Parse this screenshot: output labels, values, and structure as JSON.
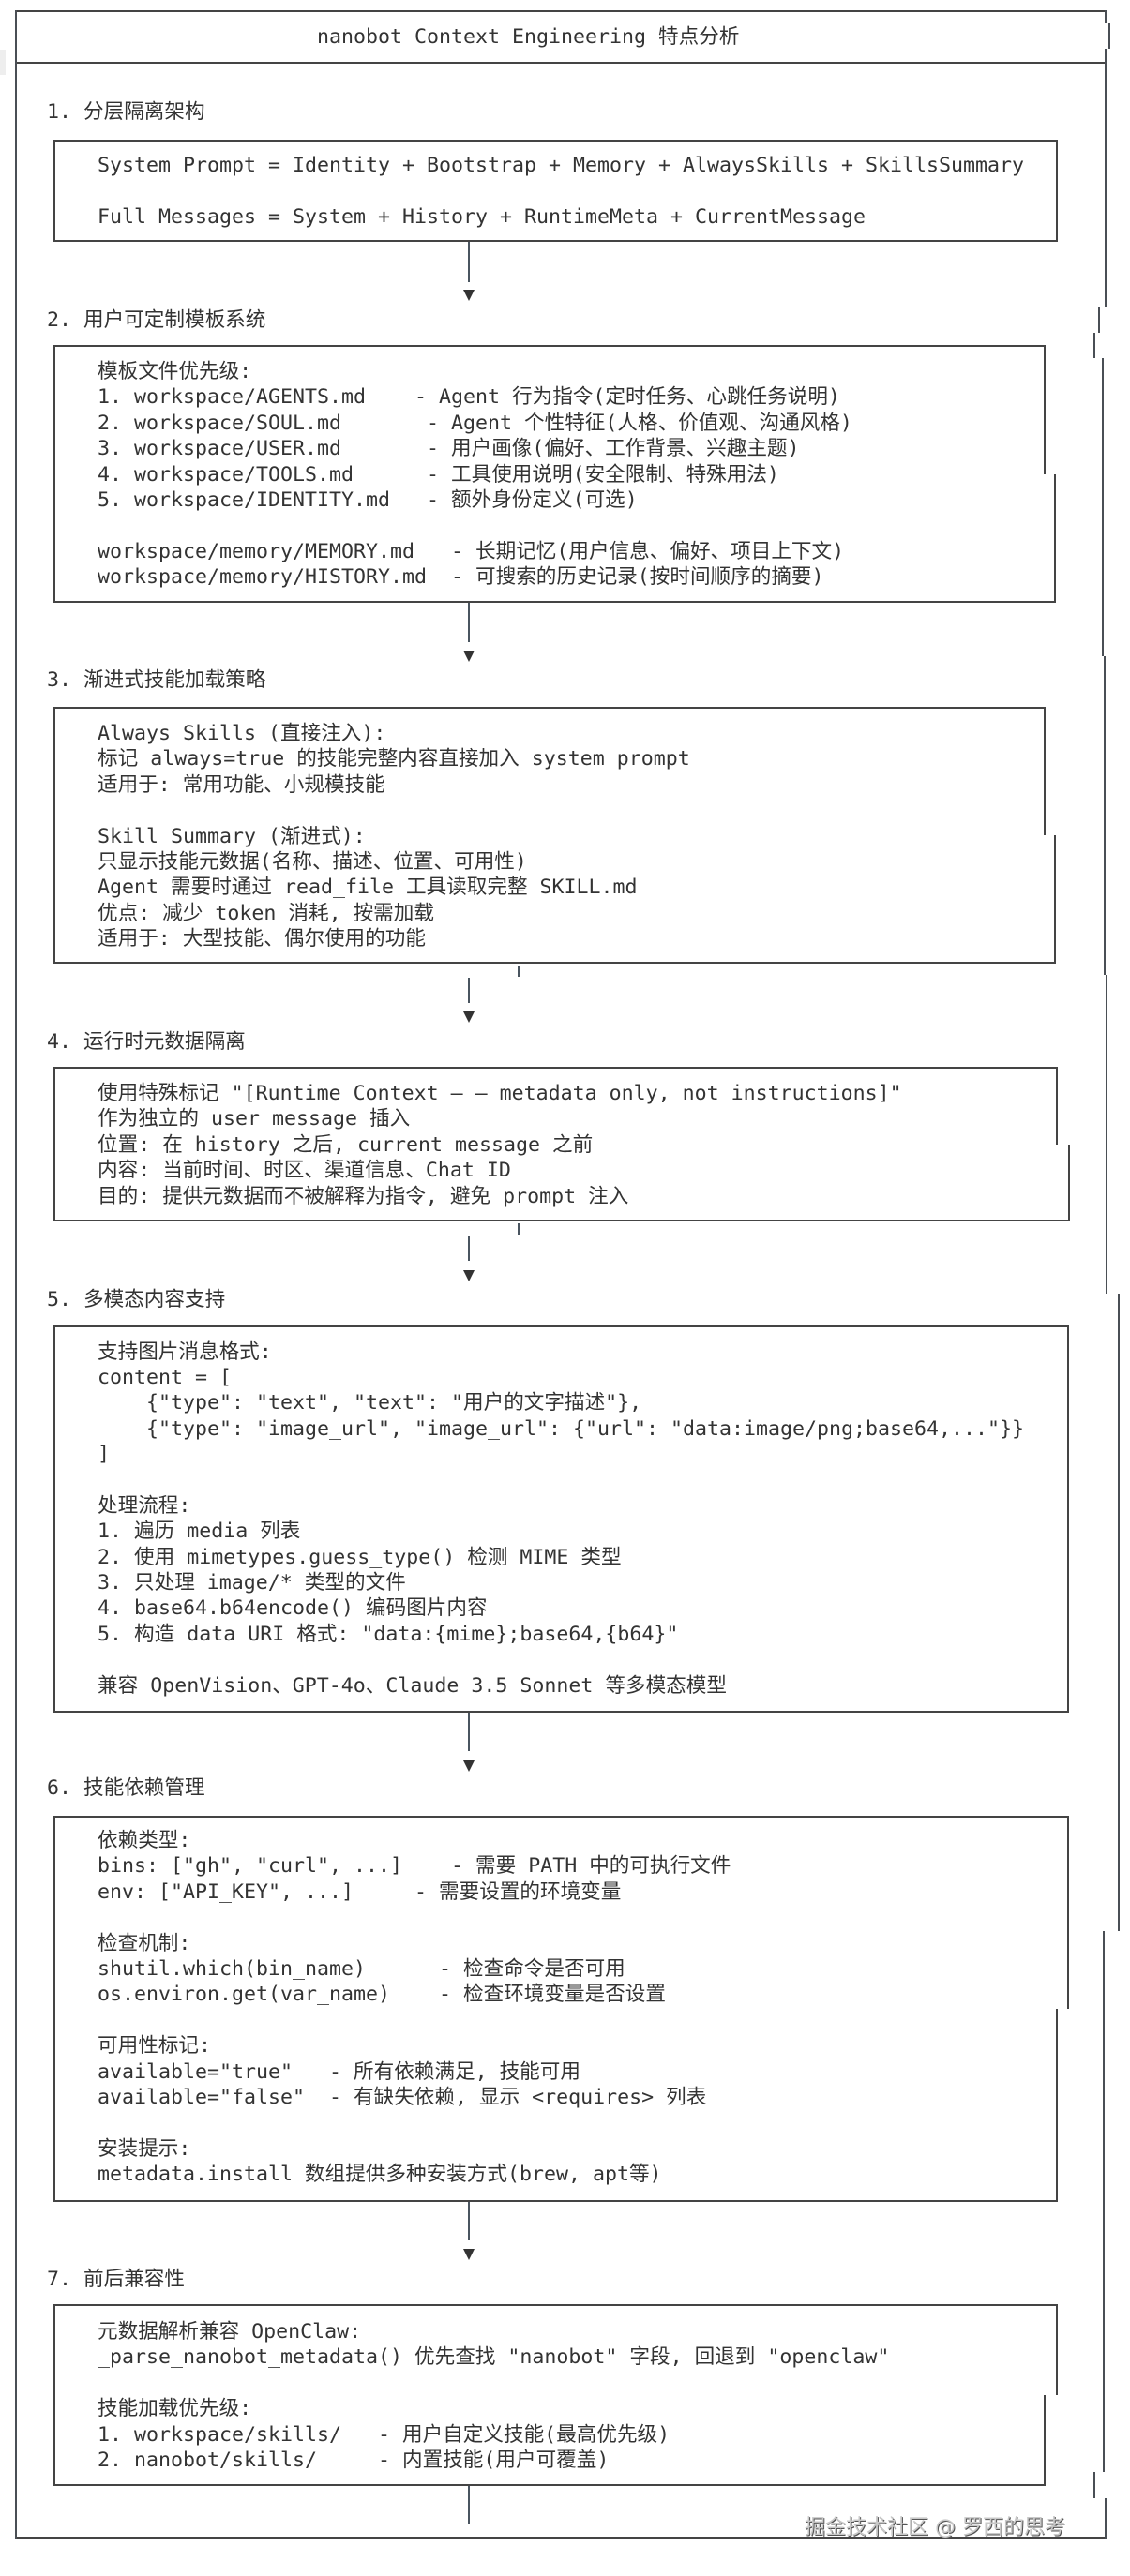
{
  "title": "nanobot Context Engineering 特点分析",
  "sections": [
    {
      "heading": "1. 分层隔离架构",
      "lines": [
        "System Prompt = Identity + Bootstrap + Memory + AlwaysSkills + SkillsSummary",
        "Full Messages = System + History + RuntimeMeta + CurrentMessage"
      ]
    },
    {
      "heading": "2. 用户可定制模板系统",
      "lines": [
        "模板文件优先级:",
        "1. workspace/AGENTS.md    - Agent 行为指令(定时任务、心跳任务说明)",
        "2. workspace/SOUL.md       - Agent 个性特征(人格、价值观、沟通风格)",
        "3. workspace/USER.md       - 用户画像(偏好、工作背景、兴趣主题)",
        "4. workspace/TOOLS.md      - 工具使用说明(安全限制、特殊用法)",
        "5. workspace/IDENTITY.md   - 额外身份定义(可选)",
        "workspace/memory/MEMORY.md   - 长期记忆(用户信息、偏好、项目上下文)",
        "workspace/memory/HISTORY.md  - 可搜索的历史记录(按时间顺序的摘要)"
      ]
    },
    {
      "heading": "3. 渐进式技能加载策略",
      "lines": [
        "Always Skills (直接注入):",
        "标记 always=true 的技能完整内容直接加入 system prompt",
        "适用于: 常用功能、小规模技能",
        "Skill Summary (渐进式):",
        "只显示技能元数据(名称、描述、位置、可用性)",
        "Agent 需要时通过 read_file 工具读取完整 SKILL.md",
        "优点: 减少 token 消耗, 按需加载",
        "适用于: 大型技能、偶尔使用的功能"
      ]
    },
    {
      "heading": "4. 运行时元数据隔离",
      "lines": [
        "使用特殊标记 \"[Runtime Context — — metadata only, not instructions]\"",
        "作为独立的 user message 插入",
        "位置: 在 history 之后, current message 之前",
        "内容: 当前时间、时区、渠道信息、Chat ID",
        "目的: 提供元数据而不被解释为指令, 避免 prompt 注入"
      ]
    },
    {
      "heading": "5. 多模态内容支持",
      "lines": [
        "支持图片消息格式:",
        "content = [",
        "    {\"type\": \"text\", \"text\": \"用户的文字描述\"},",
        "    {\"type\": \"image_url\", \"image_url\": {\"url\": \"data:image/png;base64,...\"}}",
        "]",
        "处理流程:",
        "1. 遍历 media 列表",
        "2. 使用 mimetypes.guess_type() 检测 MIME 类型",
        "3. 只处理 image/* 类型的文件",
        "4. base64.b64encode() 编码图片内容",
        "5. 构造 data URI 格式: \"data:{mime};base64,{b64}\"",
        "兼容 OpenVision、GPT-4o、Claude 3.5 Sonnet 等多模态模型"
      ]
    },
    {
      "heading": "6. 技能依赖管理",
      "lines": [
        "依赖类型:",
        "bins: [\"gh\", \"curl\", ...]    - 需要 PATH 中的可执行文件",
        "env: [\"API_KEY\", ...]     - 需要设置的环境变量",
        "检查机制:",
        "shutil.which(bin_name)      - 检查命令是否可用",
        "os.environ.get(var_name)    - 检查环境变量是否设置",
        "可用性标记:",
        "available=\"true\"   - 所有依赖满足, 技能可用",
        "available=\"false\"  - 有缺失依赖, 显示 <requires> 列表",
        "安装提示:",
        "metadata.install 数组提供多种安装方式(brew, apt等)"
      ]
    },
    {
      "heading": "7. 前后兼容性",
      "lines": [
        "元数据解析兼容 OpenClaw:",
        "_parse_nanobot_metadata() 优先查找 \"nanobot\" 字段, 回退到 \"openclaw\"",
        "技能加载优先级:",
        "1. workspace/skills/   - 用户自定义技能(最高优先级)",
        "2. nanobot/skills/     - 内置技能(用户可覆盖)"
      ]
    }
  ],
  "watermark": "掘金技术社区 @ 罗西的思考"
}
